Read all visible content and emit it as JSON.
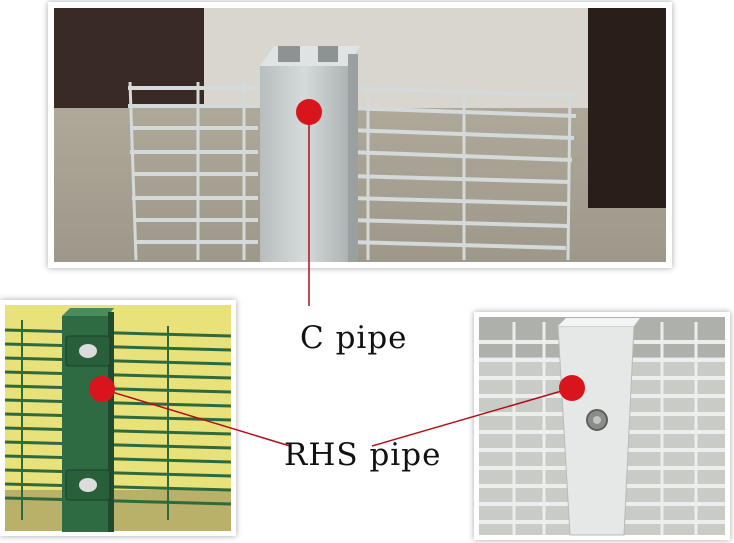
{
  "labels": {
    "c_pipe": "C pipe",
    "rhs_pipe": "RHS pipe"
  },
  "colors": {
    "marker": "#d8141c",
    "leader_line": "#b01018",
    "green_post": "#2e6b43",
    "galvanized": "#c9cfcf",
    "white_post": "#e6e7e7"
  },
  "markers": [
    {
      "name": "c-pipe-marker"
    },
    {
      "name": "rhs-left-marker"
    },
    {
      "name": "rhs-right-marker"
    }
  ]
}
